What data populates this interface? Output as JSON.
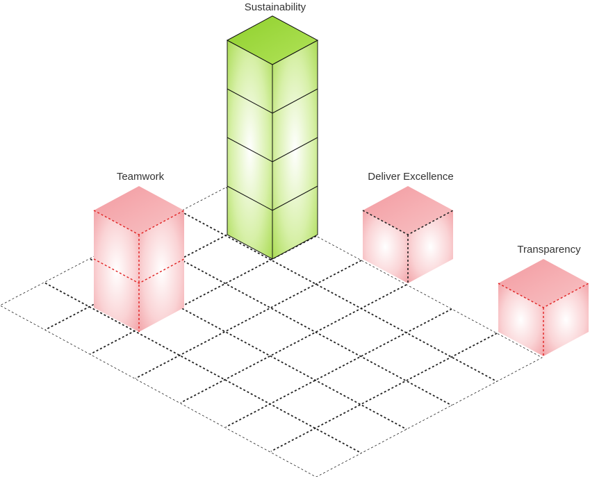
{
  "labels": {
    "sustainability": "Sustainability",
    "teamwork": "Teamwork",
    "deliver_excellence": "Deliver Excellence",
    "transparency": "Transparency"
  },
  "colors": {
    "green": "#a3d846",
    "red": "#f3a4a8",
    "red_edge": "#e02020",
    "grid": "#222222",
    "text": "#333333"
  }
}
